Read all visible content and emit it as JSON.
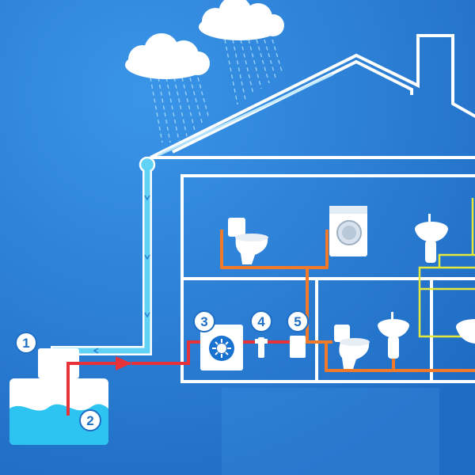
{
  "colors": {
    "background": "#2b7fd6",
    "house_outline": "#ffffff",
    "rain_pipe": "#5fd2f5",
    "pump_pipe": "#e8323a",
    "supply_pipe": "#f07a2a",
    "secondary_pipe": "#e6e83c",
    "water": "#2ec4f2"
  },
  "labels": {
    "tank_top": "1",
    "tank_inlet": "2",
    "pump": "3",
    "filter": "4",
    "controller": "5"
  },
  "icons": {
    "clouds": [
      "cloud-icon",
      "cloud-icon"
    ],
    "fixtures": [
      "toilet-icon",
      "washing-machine-icon",
      "washbasin-icon",
      "toilet-icon",
      "washbasin-icon",
      "washbasin-icon"
    ],
    "pump": "pump-icon",
    "filter": "filter-icon",
    "controller": "controller-icon"
  }
}
